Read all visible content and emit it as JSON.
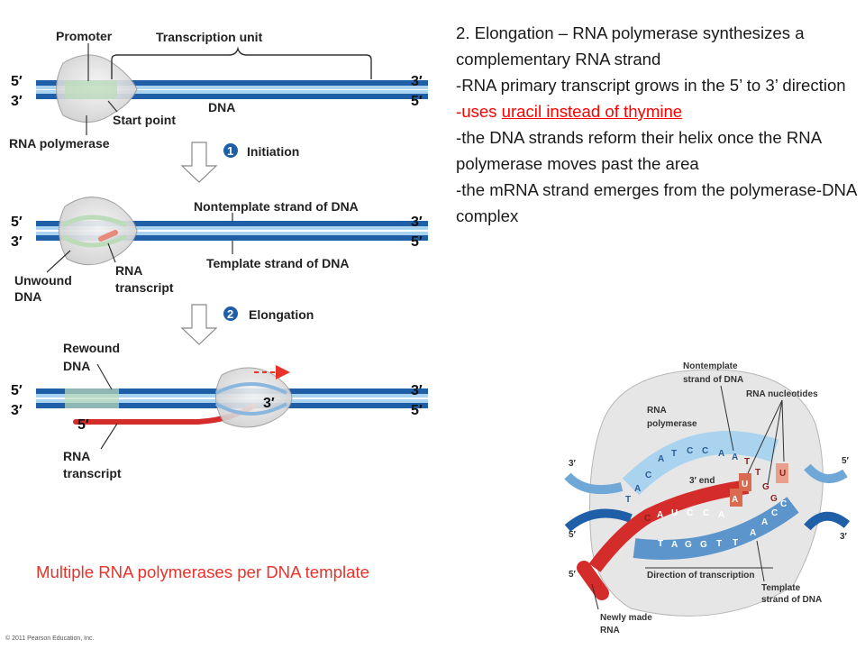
{
  "top_labels": {
    "promoter": "Promoter",
    "transcription_unit": "Transcription unit",
    "dna": "DNA",
    "start_point": "Start point",
    "rna_polymerase": "RNA polymerase",
    "step1_number": "1",
    "step1_label": "Initiation"
  },
  "middle_labels": {
    "nontemplate_strand": "Nontemplate strand of DNA",
    "template_strand": "Template strand of DNA",
    "unwound_dna_line1": "Unwound",
    "unwound_dna_line2": "DNA",
    "rna_transcript_line1": "RNA",
    "rna_transcript_line2": "transcript",
    "step2_number": "2",
    "step2_label": "Elongation"
  },
  "bottom_labels": {
    "rewound_dna_line1": "Rewound",
    "rewound_dna_line2": "DNA",
    "rna_transcript_line1": "RNA",
    "rna_transcript_line2": "transcript"
  },
  "primes": {
    "five": "5′",
    "three": "3′"
  },
  "text_block": {
    "line1": "2. Elongation – RNA polymerase synthesizes a complementary RNA strand",
    "line2": "-RNA primary transcript grows in the 5’ to 3’ direction",
    "line3_prefix": "-uses ",
    "line3_underlined": "uracil instead of thymine",
    "line4": "-the DNA strands reform their helix once the RNA polymerase moves past the area",
    "line5": "-the mRNA strand emerges from the polymerase-DNA complex"
  },
  "footer_note": "Multiple RNA polymerases per DNA template",
  "copyright": "© 2011 Pearson Education, Inc.",
  "detail": {
    "nontemplate_line1": "Nontemplate",
    "nontemplate_line2": "strand of DNA",
    "rna_nucleotides": "RNA nucleotides",
    "rna_polymerase_line1": "RNA",
    "rna_polymerase_line2": "polymerase",
    "three_prime_end": "3′ end",
    "direction": "Direction of transcription",
    "template_line1": "Template",
    "template_line2": "strand of DNA",
    "newly_made_line1": "Newly made",
    "newly_made_line2": "RNA",
    "top_bases": [
      "A",
      "T",
      "C",
      "C",
      "A",
      "A"
    ],
    "left_bases": [
      "T",
      "A",
      "C"
    ],
    "rna_bases": [
      "C",
      "A",
      "U",
      "C",
      "C",
      "A"
    ],
    "template_bases": [
      "T",
      "A",
      "G",
      "G",
      "T",
      "T"
    ],
    "tilted_bases": [
      "T",
      "T",
      "G",
      "G",
      "C"
    ],
    "free_nucleotides": [
      "U",
      "A",
      "U"
    ],
    "right_template_bases": [
      "A",
      "A",
      "C"
    ]
  },
  "colors": {
    "dna_dark": "#1f5fa8",
    "dna_light": "#a9d3ee",
    "rna_red": "#d42b2b",
    "bubble_fill": "#e6e6e6",
    "arrow_red": "#e8322a",
    "text_red": "#ff0000"
  }
}
